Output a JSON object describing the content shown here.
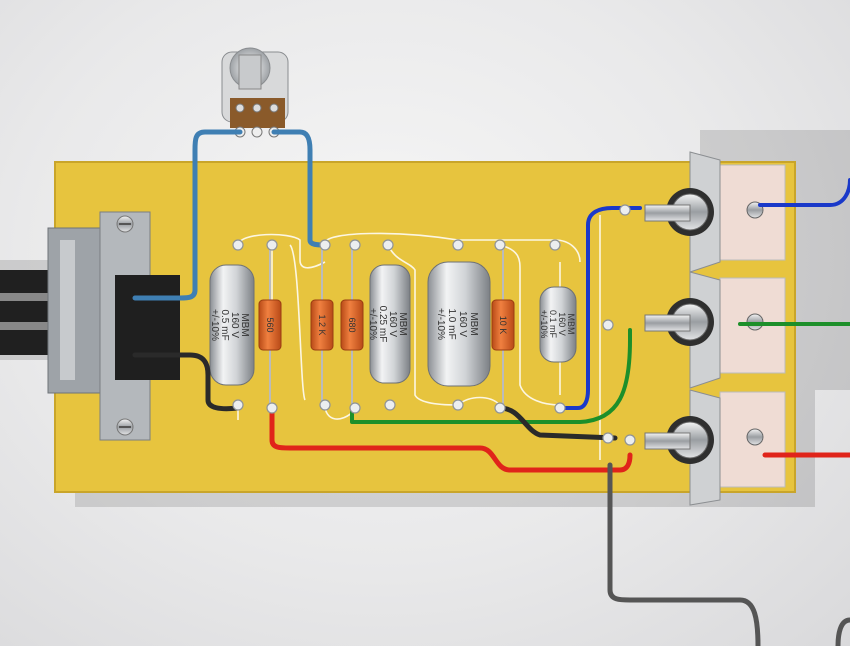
{
  "components": {
    "capacitors": [
      {
        "id": "c1",
        "brand": "MBM",
        "voltage": "160 V",
        "capacitance": "0.5 mF",
        "tolerance": "+/-10%"
      },
      {
        "id": "c2",
        "brand": "MBM",
        "voltage": "160 V",
        "capacitance": "0.25 mF",
        "tolerance": "+/-10%"
      },
      {
        "id": "c3",
        "brand": "MBM",
        "voltage": "160 V",
        "capacitance": "1.0 mF",
        "tolerance": "+/-10%"
      },
      {
        "id": "c4",
        "brand": "MBM",
        "voltage": "160 V",
        "capacitance": "0.1 mF",
        "tolerance": "+/-10%"
      }
    ],
    "resistors": [
      {
        "id": "r1",
        "value": "560"
      },
      {
        "id": "r2",
        "value": "1.2 K"
      },
      {
        "id": "r3",
        "value": "680"
      },
      {
        "id": "r4",
        "value": "10 K"
      }
    ]
  },
  "colors": {
    "board": "#e7c43e",
    "board_edge": "#c9a52a",
    "resistor": "#e8692c",
    "wire_blue": "#1a39c9",
    "wire_red": "#e0241a",
    "wire_green": "#1d8f2a",
    "wire_black": "#2a2a2a",
    "wire_gray": "#555555",
    "pot_wire": "#3f7fb3"
  }
}
